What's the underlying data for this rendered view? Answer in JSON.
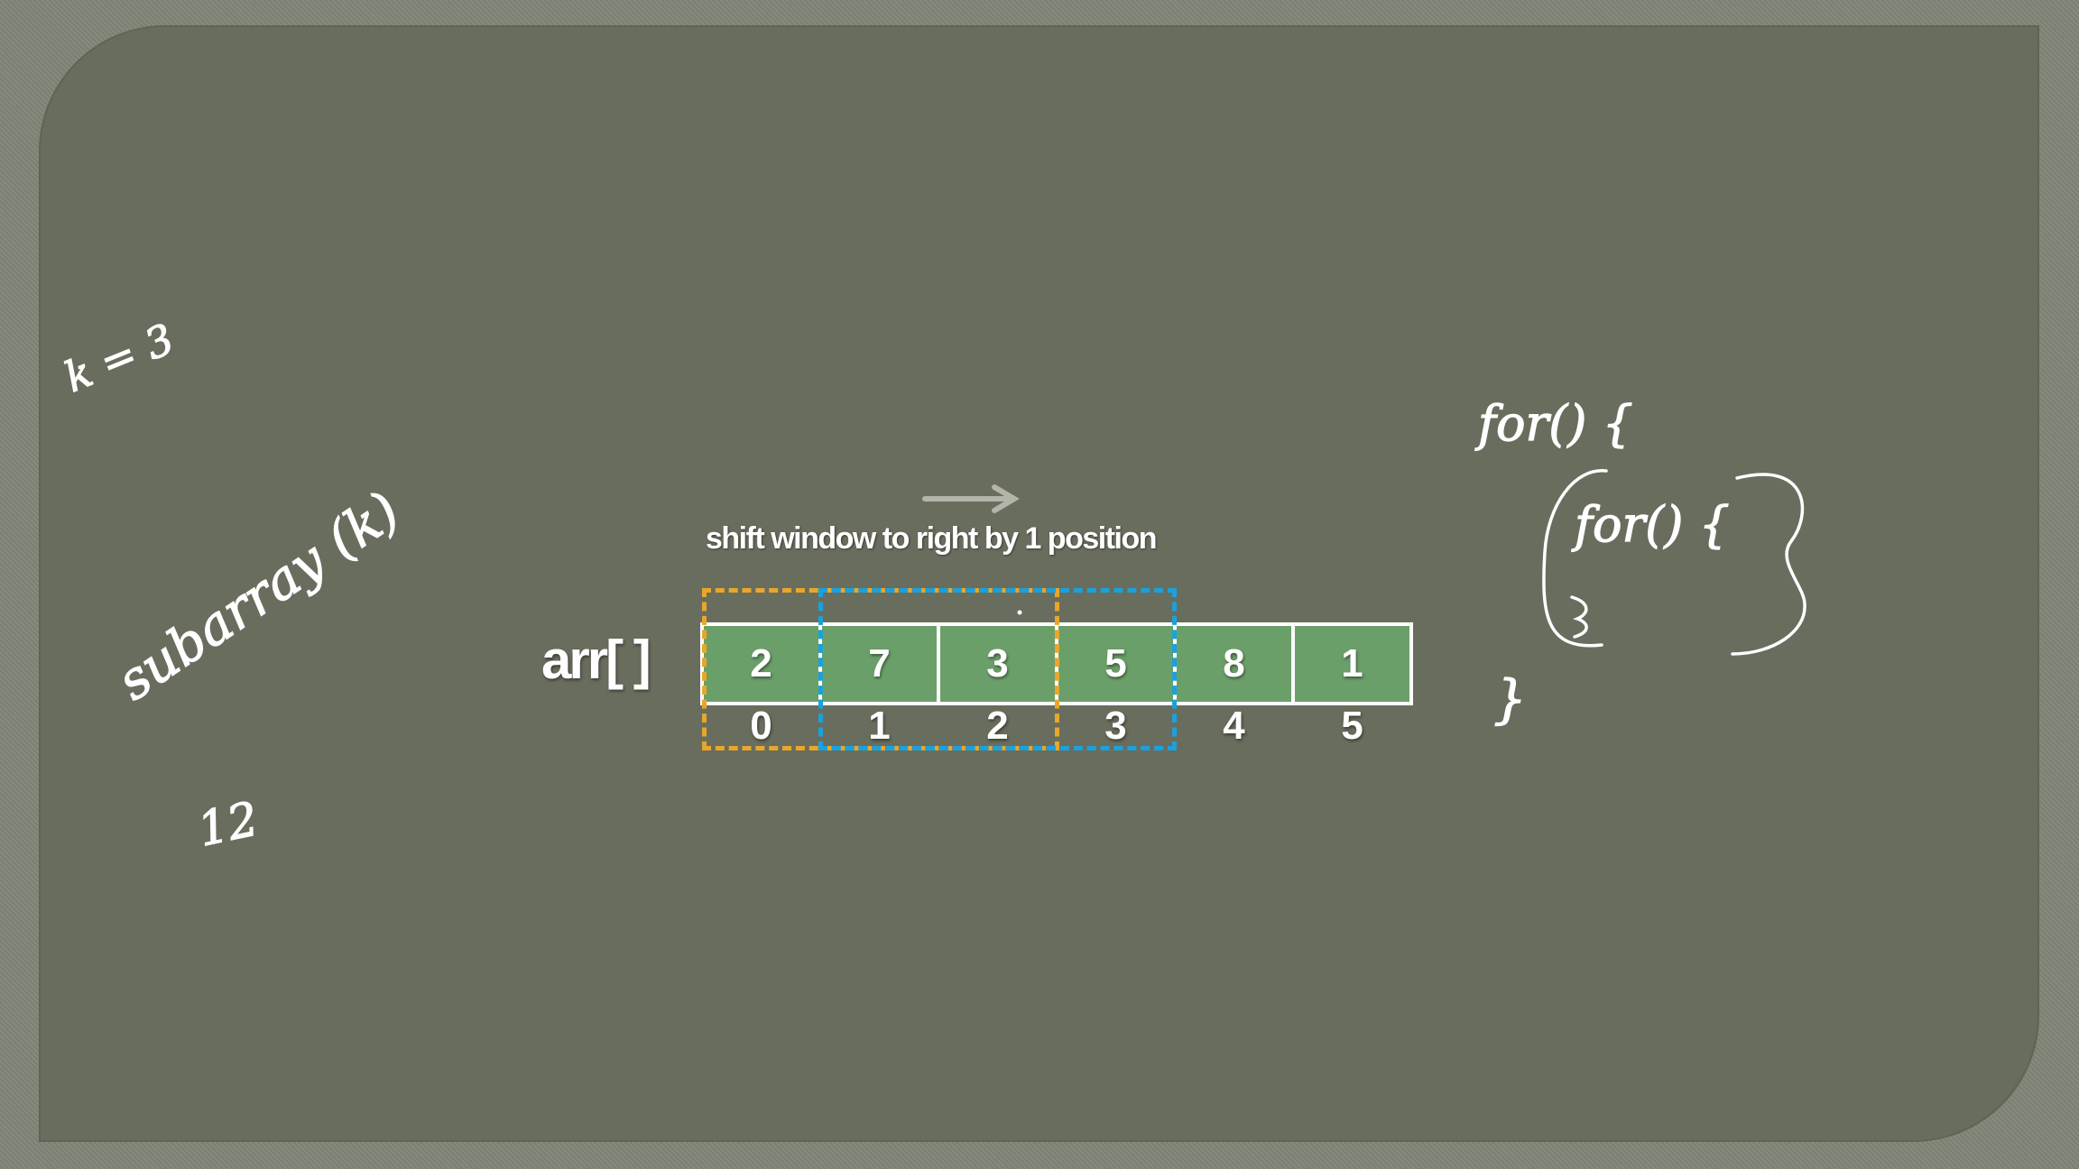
{
  "caption": "shift window to right by 1 position",
  "array": {
    "label": "arr[ ]",
    "values": [
      "2",
      "7",
      "3",
      "5",
      "8",
      "1"
    ],
    "indices": [
      "0",
      "1",
      "2",
      "3",
      "4",
      "5"
    ]
  },
  "windows": [
    {
      "name": "window-orange",
      "start_index": 0,
      "end_index": 2,
      "color": "#e8a72c"
    },
    {
      "name": "window-blue",
      "start_index": 1,
      "end_index": 3,
      "color": "#1ba1dc"
    }
  ],
  "handwritten": {
    "k_equals": "k = 3",
    "subarray": "subarray (k)",
    "number": "12",
    "code_outer": "for() {",
    "code_inner": "for() {",
    "code_close": "}"
  },
  "colors": {
    "cell_fill": "#6b9f6a",
    "board": "#696d5d",
    "frame": "#7f8576",
    "arrow": "#b3b5ab"
  }
}
